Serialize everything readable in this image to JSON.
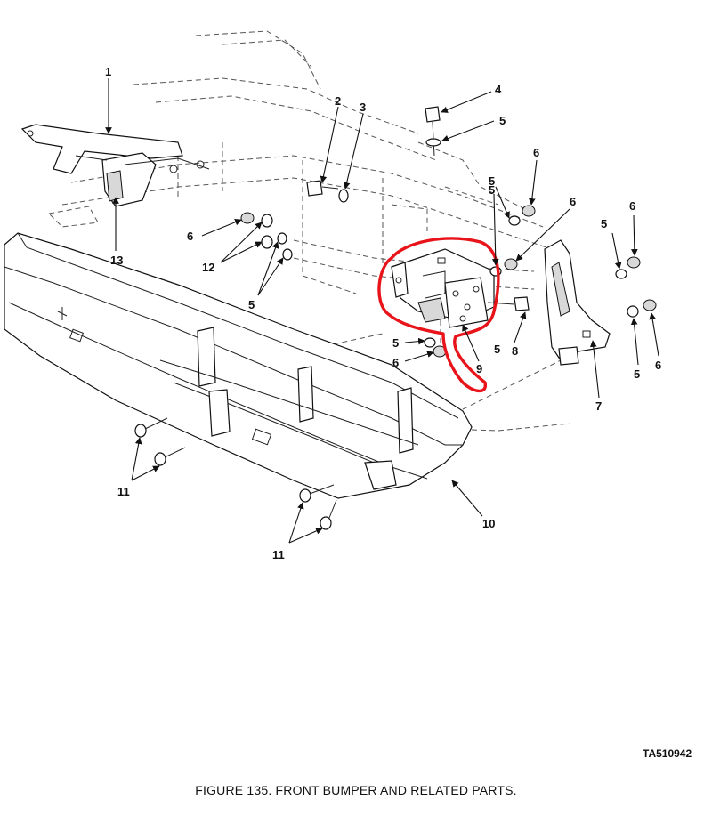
{
  "figure": {
    "caption": "FIGURE 135. FRONT BUMPER AND RELATED PARTS.",
    "reference_id": "TA510942"
  },
  "callouts": {
    "c1": "1",
    "c2": "2",
    "c3": "3",
    "c4": "4",
    "c5a": "5",
    "c13": "13",
    "c5b": "5",
    "c6a": "6",
    "c6b": "6",
    "c5c": "5",
    "c6c": "6",
    "c12": "12",
    "c5d": "5",
    "c5e": "5",
    "c6d": "6",
    "c5f": "5",
    "c5g": "5",
    "c6e": "6",
    "c8": "8",
    "c9": "9",
    "c5h": "5",
    "c6f": "6",
    "c7": "7",
    "c5i": "5",
    "c6g": "6",
    "c11a": "11",
    "c11b": "11",
    "c10": "10"
  },
  "colors": {
    "line": "#111111",
    "highlight": "#e8141a",
    "paper": "#ffffff"
  }
}
